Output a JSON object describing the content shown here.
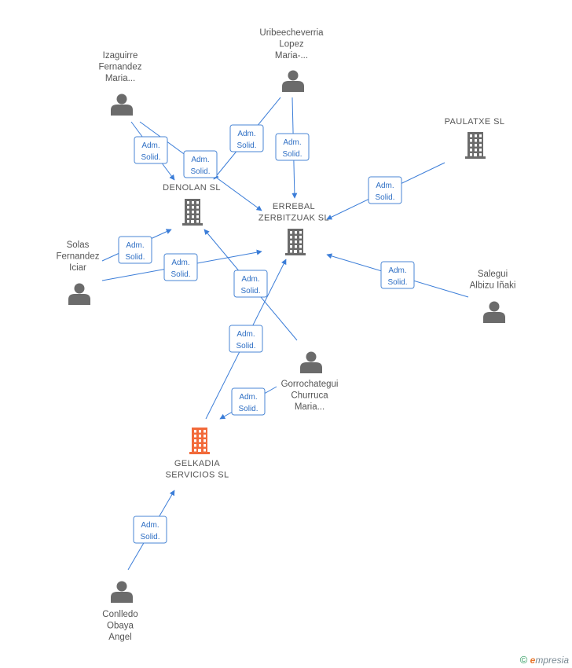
{
  "colors": {
    "edge": "#3b7dd8",
    "badge_text": "#2f6fc4",
    "person": "#6b6b6b",
    "company": "#6b6b6b",
    "focus_company": "#f26a3a",
    "label": "#555555"
  },
  "nodes": [
    {
      "id": "gelkadia",
      "kind": "company-focus",
      "label_lines": [
        "GELKADIA",
        "SERVICIOS SL"
      ]
    },
    {
      "id": "errebal",
      "kind": "company",
      "label_lines": [
        "ERREBAL",
        "ZERBITZUAK SL"
      ]
    },
    {
      "id": "denolan",
      "kind": "company",
      "label_lines": [
        "DENOLAN SL"
      ]
    },
    {
      "id": "paulatxe",
      "kind": "company",
      "label_lines": [
        "PAULATXE SL"
      ]
    },
    {
      "id": "uribeecheverria",
      "kind": "person",
      "label_lines": [
        "Uribeecheverria",
        "Lopez",
        "Maria-..."
      ]
    },
    {
      "id": "izaguirre",
      "kind": "person",
      "label_lines": [
        "Izaguirre",
        "Fernandez",
        "Maria..."
      ]
    },
    {
      "id": "solas",
      "kind": "person",
      "label_lines": [
        "Solas",
        "Fernandez",
        "Iciar"
      ]
    },
    {
      "id": "salegui",
      "kind": "person",
      "label_lines": [
        "Salegui",
        "Albizu Iñaki"
      ]
    },
    {
      "id": "gorrochategui",
      "kind": "person",
      "label_lines": [
        "Gorrochategui",
        "Churruca",
        "Maria..."
      ]
    },
    {
      "id": "conlledo",
      "kind": "person",
      "label_lines": [
        "Conlledo",
        "Obaya",
        "Angel"
      ]
    }
  ],
  "edges": [
    {
      "from": "izaguirre",
      "to": "denolan",
      "role_lines": [
        "Adm.",
        "Solid."
      ]
    },
    {
      "from": "izaguirre",
      "to": "errebal",
      "role_lines": [
        "Adm.",
        "Solid."
      ]
    },
    {
      "from": "uribeecheverria",
      "to": "denolan",
      "role_lines": [
        "Adm.",
        "Solid."
      ]
    },
    {
      "from": "uribeecheverria",
      "to": "errebal",
      "role_lines": [
        "Adm.",
        "Solid."
      ]
    },
    {
      "from": "paulatxe",
      "to": "errebal",
      "role_lines": [
        "Adm.",
        "Solid."
      ]
    },
    {
      "from": "solas",
      "to": "denolan",
      "role_lines": [
        "Adm.",
        "Solid."
      ]
    },
    {
      "from": "solas",
      "to": "errebal",
      "role_lines": [
        "Adm.",
        "Solid."
      ]
    },
    {
      "from": "gorrochategui",
      "to": "denolan",
      "role_lines": [
        "Adm.",
        "Solid."
      ]
    },
    {
      "from": "salegui",
      "to": "errebal",
      "role_lines": [
        "Adm.",
        "Solid."
      ]
    },
    {
      "from": "gelkadia",
      "to": "errebal",
      "role_lines": [
        "Adm.",
        "Solid."
      ]
    },
    {
      "from": "gorrochategui",
      "to": "gelkadia",
      "role_lines": [
        "Adm.",
        "Solid."
      ]
    },
    {
      "from": "conlledo",
      "to": "gelkadia",
      "role_lines": [
        "Adm.",
        "Solid."
      ]
    }
  ],
  "footer": {
    "copyright_symbol": "©",
    "brand_initial": "e",
    "brand_rest": "mpresia"
  }
}
